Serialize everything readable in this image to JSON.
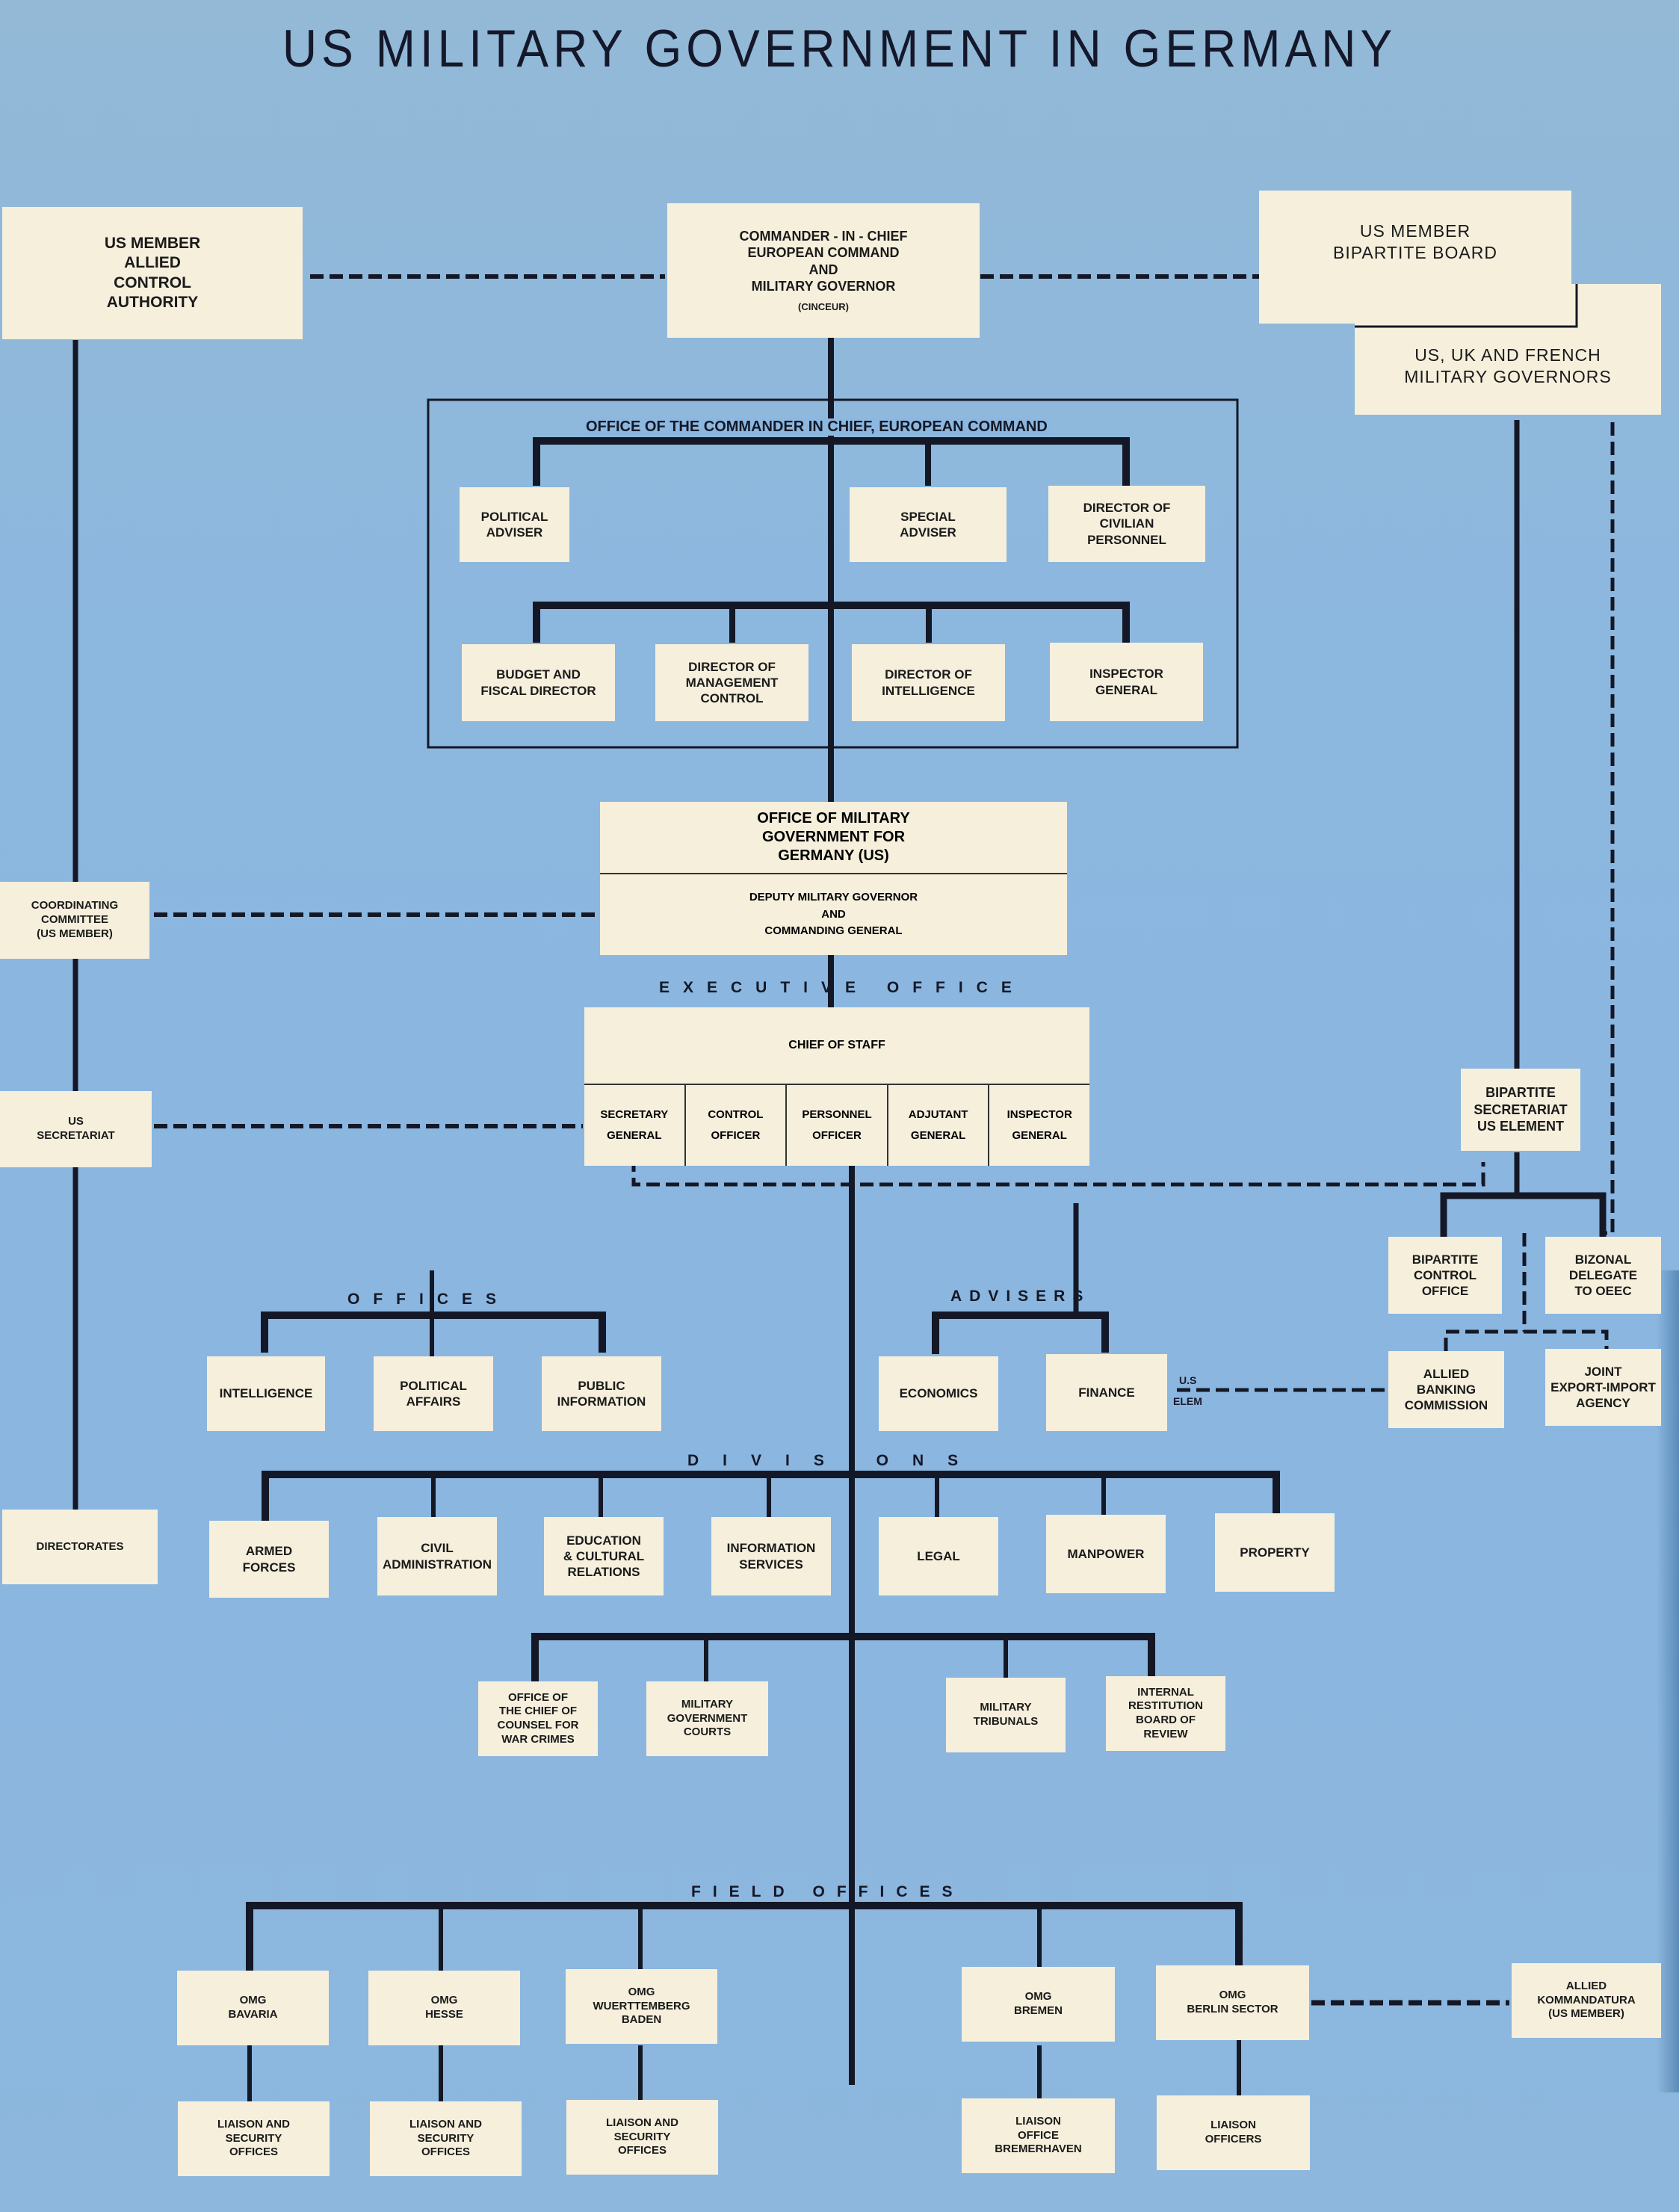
{
  "title": "US MILITARY GOVERNMENT IN GERMANY",
  "top": {
    "us_member_acа": "US MEMBER\nALLIED\nCONTROL\nAUTHORITY",
    "cinc": "COMMANDER - IN - CHIEF\nEUROPEAN COMMAND\nAND\nMILITARY GOVERNOR",
    "cinc_abbrev": "(CINCEUR)",
    "bipartite_board": "US  MEMBER\nBIPARTITE BOARD",
    "military_governors": "US, UK AND FRENCH\nMILITARY GOVERNORS"
  },
  "office_cinc": {
    "heading": "OFFICE OF THE COMMANDER IN CHIEF, EUROPEAN COMMAND",
    "row1": [
      "POLITICAL\nADVISER",
      "SPECIAL\nADVISER",
      "DIRECTOR OF\nCIVILIAN\nPERSONNEL"
    ],
    "row2": [
      "BUDGET AND\nFISCAL DIRECTOR",
      "DIRECTOR OF\nMANAGEMENT\nCONTROL",
      "DIRECTOR OF\nINTELLIGENCE",
      "INSPECTOR\nGENERAL"
    ]
  },
  "omgus": {
    "top": "OFFICE OF MILITARY\nGOVERNMENT FOR\nGERMANY (US)",
    "bottom": "DEPUTY MILITARY GOVERNOR\nAND\nCOMMANDING GENERAL"
  },
  "executive_office": {
    "label": "EXECUTIVE OFFICE",
    "chief": "CHIEF OF STAFF",
    "cells": [
      "SECRETARY\nGENERAL",
      "CONTROL\nOFFICER",
      "PERSONNEL\nOFFICER",
      "ADJUTANT\nGENERAL",
      "INSPECTOR\nGENERAL"
    ]
  },
  "left_column": {
    "coordinating": "COORDINATING\nCOMMITTEE\n(US MEMBER)",
    "secretariat": "US\nSECRETARIAT",
    "directorates": "DIRECTORATES"
  },
  "right_column": {
    "bipartite_secretariat": "BIPARTITE\nSECRETARIAT\nUS ELEMENT",
    "control_office": "BIPARTITE\nCONTROL\nOFFICE",
    "bizonal": "BIZONAL\nDELEGATE\nTO OEEC",
    "banking": "ALLIED\nBANKING\nCOMMISSION",
    "jeia": "JOINT\nEXPORT-IMPORT\nAGENCY"
  },
  "offices": {
    "label": "OFFICES",
    "items": [
      "INTELLIGENCE",
      "POLITICAL\nAFFAIRS",
      "PUBLIC\nINFORMATION"
    ]
  },
  "advisers": {
    "label": "ADVISERS",
    "items": [
      "ECONOMICS",
      "FINANCE"
    ],
    "us_elem_top": "U.S",
    "us_elem_bottom": "ELEM"
  },
  "divisions": {
    "label": "DIVISIONS",
    "items": [
      "ARMED\nFORCES",
      "CIVIL\nADMINISTRATION",
      "EDUCATION\n& CULTURAL\nRELATIONS",
      "INFORMATION\nSERVICES",
      "LEGAL",
      "MANPOWER",
      "PROPERTY"
    ]
  },
  "legal_bodies": [
    "OFFICE OF\nTHE CHIEF OF\nCOUNSEL FOR\nWAR CRIMES",
    "MILITARY\nGOVERNMENT\nCOURTS",
    "MILITARY\nTRIBUNALS",
    "INTERNAL\nRESTITUTION\nBOARD OF\nREVIEW"
  ],
  "field_offices": {
    "label": "FIELD OFFICES",
    "omg": [
      "OMG\nBAVARIA",
      "OMG\nHESSE",
      "OMG\nWUERTTEMBERG\nBADEN",
      "OMG\nBREMEN",
      "OMG\nBERLIN SECTOR"
    ],
    "liaison": [
      "LIAISON AND\nSECURITY\nOFFICES",
      "LIAISON AND\nSECURITY\nOFFICES",
      "LIAISON AND\nSECURITY\nOFFICES",
      "LIAISON\nOFFICE\nBREMERHAVEN",
      "LIAISON\nOFFICERS"
    ],
    "kommandatura": "ALLIED\nKOMMANDATURA\n(US MEMBER)"
  },
  "colors": {
    "background": "#8cb7df",
    "box": "#f5efdc",
    "line": "#141826"
  }
}
